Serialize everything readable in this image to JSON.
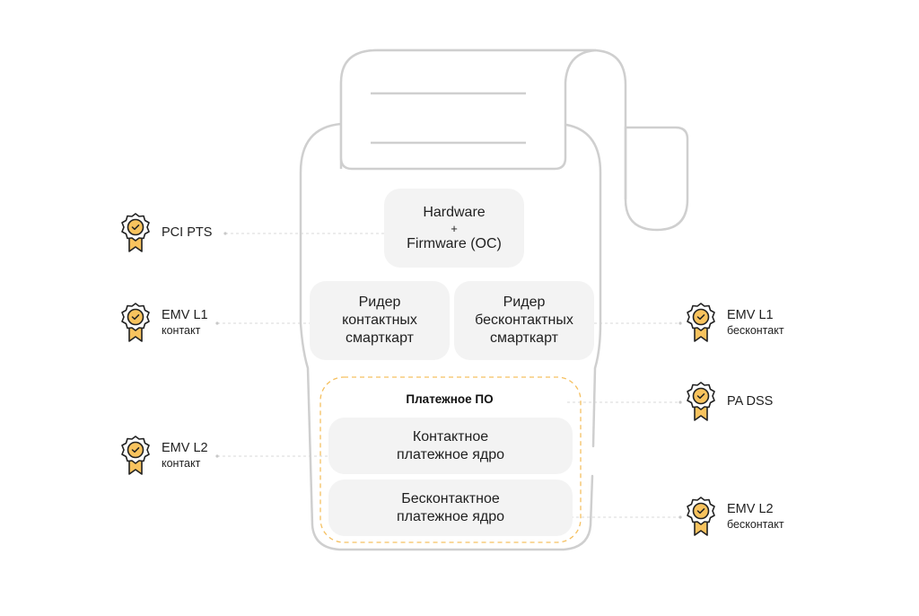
{
  "diagram": {
    "title": "POS terminal certification layers",
    "colors": {
      "outline": "#cfcfcf",
      "block_fill": "#f3f3f3",
      "accent": "#f5c060",
      "badge_fill": "#f8c35e",
      "connector": "#d9d9d9",
      "text": "#1f1f1f"
    },
    "terminal": {
      "hardware_block": {
        "line1": "Hardware",
        "line2": "+",
        "line3": "Firmware (OC)"
      },
      "contact_reader": {
        "line1": "Ридер",
        "line2": "контактных",
        "line3": "смарткарт"
      },
      "contactless_reader": {
        "line1": "Ридер",
        "line2": "бесконтактных",
        "line3": "смарткарт"
      },
      "payment_software": {
        "title": "Платежное ПО",
        "contact_kernel": {
          "line1": "Контактное",
          "line2": "платежное ядро"
        },
        "contactless_kernel": {
          "line1": "Бесконтактное",
          "line2": "платежное ядро"
        }
      }
    },
    "certifications": {
      "pci_pts": {
        "name": "PCI PTS",
        "icon": "award-badge-icon",
        "links_to": "hardware_block"
      },
      "emv_l1_contact": {
        "name": "EMV L1",
        "sub": "контакт",
        "icon": "award-badge-icon",
        "links_to": "contact_reader"
      },
      "emv_l2_contact": {
        "name": "EMV L2",
        "sub": "контакт",
        "icon": "award-badge-icon",
        "links_to": "contact_kernel"
      },
      "emv_l1_contactless": {
        "name": "EMV L1",
        "sub": "бесконтакт",
        "icon": "award-badge-icon",
        "links_to": "contactless_reader"
      },
      "pa_dss": {
        "name": "PA DSS",
        "icon": "award-badge-icon",
        "links_to": "payment_software"
      },
      "emv_l2_contactless": {
        "name": "EMV L2",
        "sub": "бесконтакт",
        "icon": "award-badge-icon",
        "links_to": "contactless_kernel"
      }
    }
  }
}
